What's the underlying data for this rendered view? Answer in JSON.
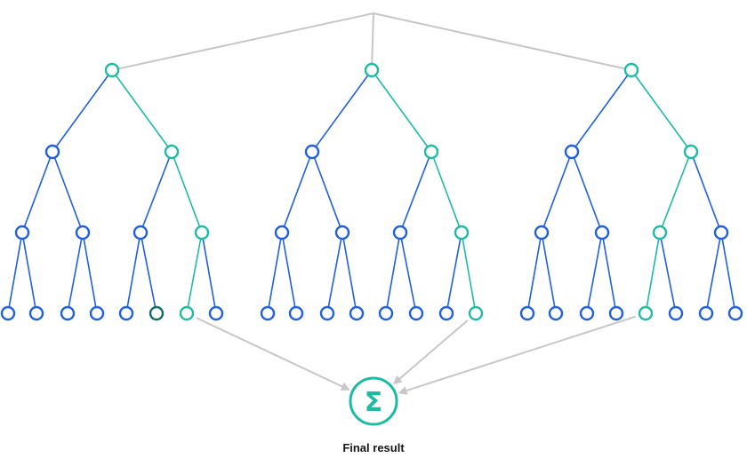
{
  "colors": {
    "blue": "#1f5fe0",
    "teal": "#1ebba3",
    "teal_dark": "#0f6d64",
    "connector": "#c7c7ca"
  },
  "trees": [
    {
      "path": [
        "R",
        "R",
        "L"
      ]
    },
    {
      "path": [
        "R",
        "R",
        "R"
      ]
    },
    {
      "path": [
        "R",
        "L",
        "L"
      ]
    }
  ],
  "aggregator": {
    "symbol": "Σ"
  },
  "caption": "Final result"
}
